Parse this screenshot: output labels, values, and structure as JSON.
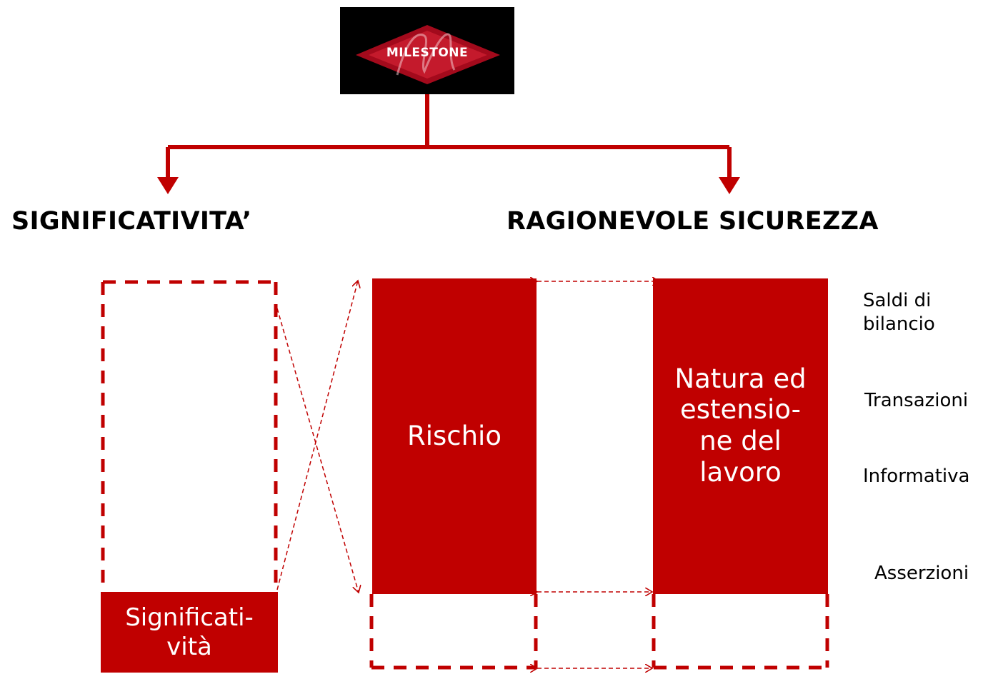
{
  "logo": {
    "text": "MILESTONE"
  },
  "headings": {
    "left": "SIGNIFICATIVITA’",
    "right": "RAGIONEVOLE SICUREZZA"
  },
  "boxes": {
    "significativita": "Significati-\nvità",
    "rischio": "Rischio",
    "natura": "Natura ed\nestensio-\nne del\nlavoro"
  },
  "side_labels": {
    "saldi": "Saldi di\nbilancio",
    "transazioni": "Transazioni",
    "informativa": "Informativa",
    "asserzioni": "Asserzioni"
  },
  "colors": {
    "accent": "#c00000",
    "logo_bg": "#000000"
  }
}
